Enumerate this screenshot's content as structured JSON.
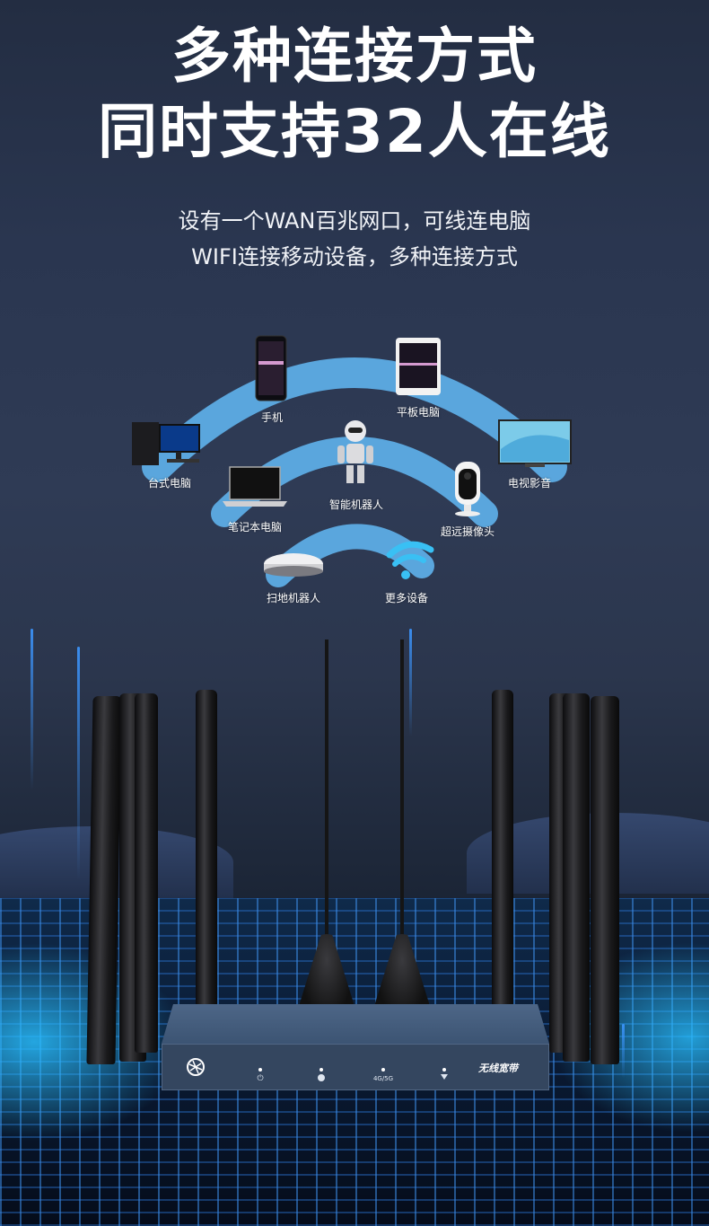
{
  "header": {
    "title_line1": "多种连接方式",
    "title_line2": "同时支持32人在线",
    "subtitle_line1": "设有一个WAN百兆网口，可线连电脑",
    "subtitle_line2": "WIFI连接移动设备，多种连接方式"
  },
  "colors": {
    "background_top": "#232d42",
    "arc_blue": "#5aa6dd",
    "floor_glow": "#28beff",
    "router_body": "#34465f",
    "text": "#ffffff"
  },
  "devices": [
    {
      "label": "手机",
      "icon": "smartphone-icon"
    },
    {
      "label": "平板电脑",
      "icon": "tablet-icon"
    },
    {
      "label": "台式电脑",
      "icon": "desktop-computer-icon"
    },
    {
      "label": "电视影音",
      "icon": "tv-icon"
    },
    {
      "label": "智能机器人",
      "icon": "robot-icon"
    },
    {
      "label": "笔记本电脑",
      "icon": "laptop-icon"
    },
    {
      "label": "超远摄像头",
      "icon": "camera-icon"
    },
    {
      "label": "扫地机器人",
      "icon": "robot-vacuum-icon"
    },
    {
      "label": "更多设备",
      "icon": "wifi-icon"
    }
  ],
  "router": {
    "brand_label": "无线宽带",
    "indicators": [
      {
        "name": "power",
        "label": "⏻"
      },
      {
        "name": "wan",
        "label": ""
      },
      {
        "name": "cellular",
        "label": "4G/5G"
      },
      {
        "name": "wifi",
        "label": ""
      }
    ]
  }
}
